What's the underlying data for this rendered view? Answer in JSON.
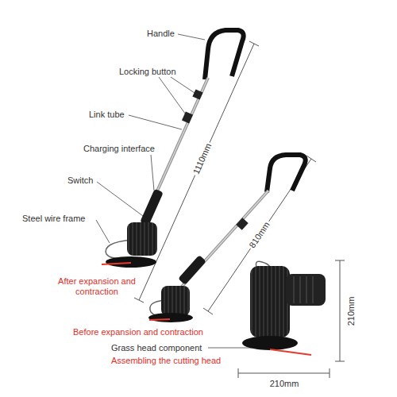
{
  "diagram": {
    "labels": [
      "Handle",
      "Locking button",
      "Link tube",
      "1110mm",
      "Charging interface",
      "Switch",
      "Steel wire frame",
      "810mm",
      "After expansion and contraction",
      "210mm",
      "Before expansion and contraction",
      "Grass head component",
      "Assembling the cutting head",
      "210mm"
    ]
  }
}
